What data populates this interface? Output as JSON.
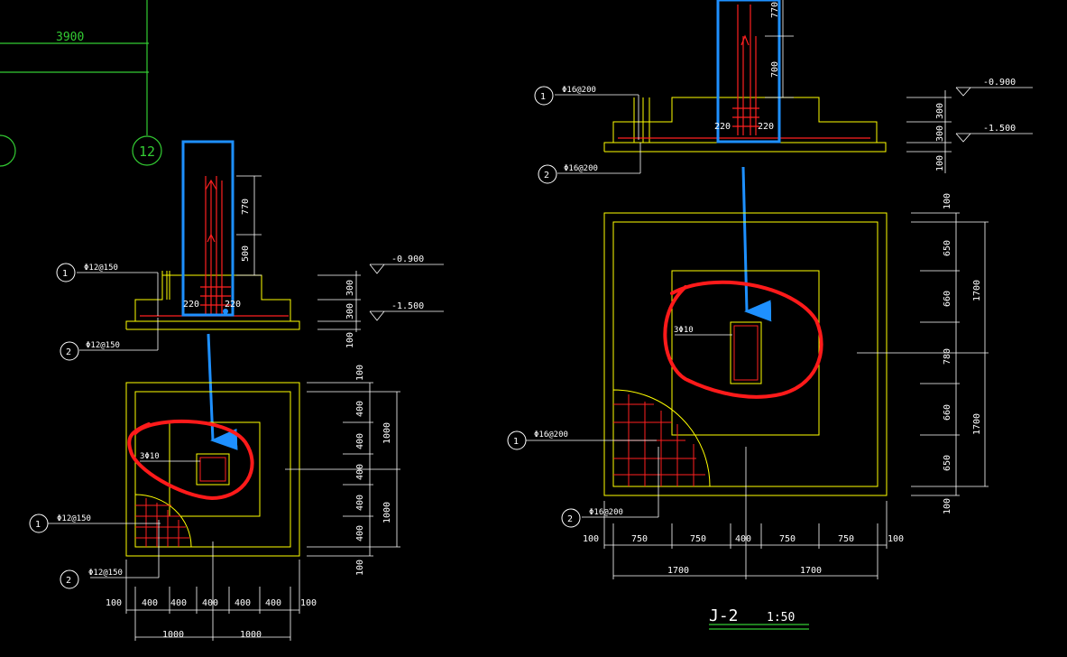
{
  "grid": {
    "span_label": "3900",
    "axis_label": "12"
  },
  "footing_j1": {
    "elev_top": "-0.900",
    "elev_bottom": "-1.500",
    "section_dims": {
      "h1": "300",
      "h2": "300",
      "h3": "100",
      "col_upper": "770",
      "col_lower": "500",
      "cover_l": "220",
      "cover_r": "220"
    },
    "rebar_labels": {
      "top_1": "Φ12@150",
      "top_2": "Φ12@150",
      "plan_1": "Φ12@150",
      "plan_2": "Φ12@150",
      "column": "3Φ10"
    },
    "callouts": {
      "c1": "1",
      "c2": "2",
      "c3": "1",
      "c4": "2"
    },
    "plan_dims_bottom": [
      "100",
      "400",
      "400",
      "400",
      "400",
      "400",
      "100"
    ],
    "plan_totals_bottom": [
      "1000",
      "1000"
    ],
    "plan_dims_right": [
      "100",
      "400",
      "400",
      "400",
      "400",
      "400",
      "100"
    ],
    "plan_totals_right": [
      "1000",
      "1000"
    ]
  },
  "footing_j2": {
    "elev_top": "-0.900",
    "elev_bottom": "-1.500",
    "section_dims": {
      "h1": "300",
      "h2": "300",
      "h3": "100",
      "col_upper": "770",
      "col_lower": "700",
      "cover_l": "220",
      "cover_r": "220"
    },
    "rebar_labels": {
      "top_1": "Φ16@200",
      "top_2": "Φ16@200",
      "plan_1": "Φ16@200",
      "plan_2": "Φ16@200",
      "column": "3Φ10"
    },
    "callouts": {
      "c1": "1",
      "c2": "2",
      "c3": "1",
      "c4": "2"
    },
    "plan_dims_bottom": [
      "100",
      "750",
      "750",
      "400",
      "750",
      "750",
      "100"
    ],
    "plan_totals_bottom": [
      "1700",
      "1700"
    ],
    "plan_dims_right": [
      "100",
      "650",
      "660",
      "780",
      "660",
      "650",
      "100"
    ],
    "plan_totals_right": [
      "1700",
      "1700"
    ],
    "title": "J-2",
    "scale": "1:50"
  },
  "colors": {
    "grid_green": "#33cc33",
    "outline_yellow": "#ffff00",
    "rebar_red": "#ff2020",
    "annotation_red": "#ff1a1a",
    "highlight_blue": "#1e90ff",
    "dim_white": "#ffffff"
  }
}
